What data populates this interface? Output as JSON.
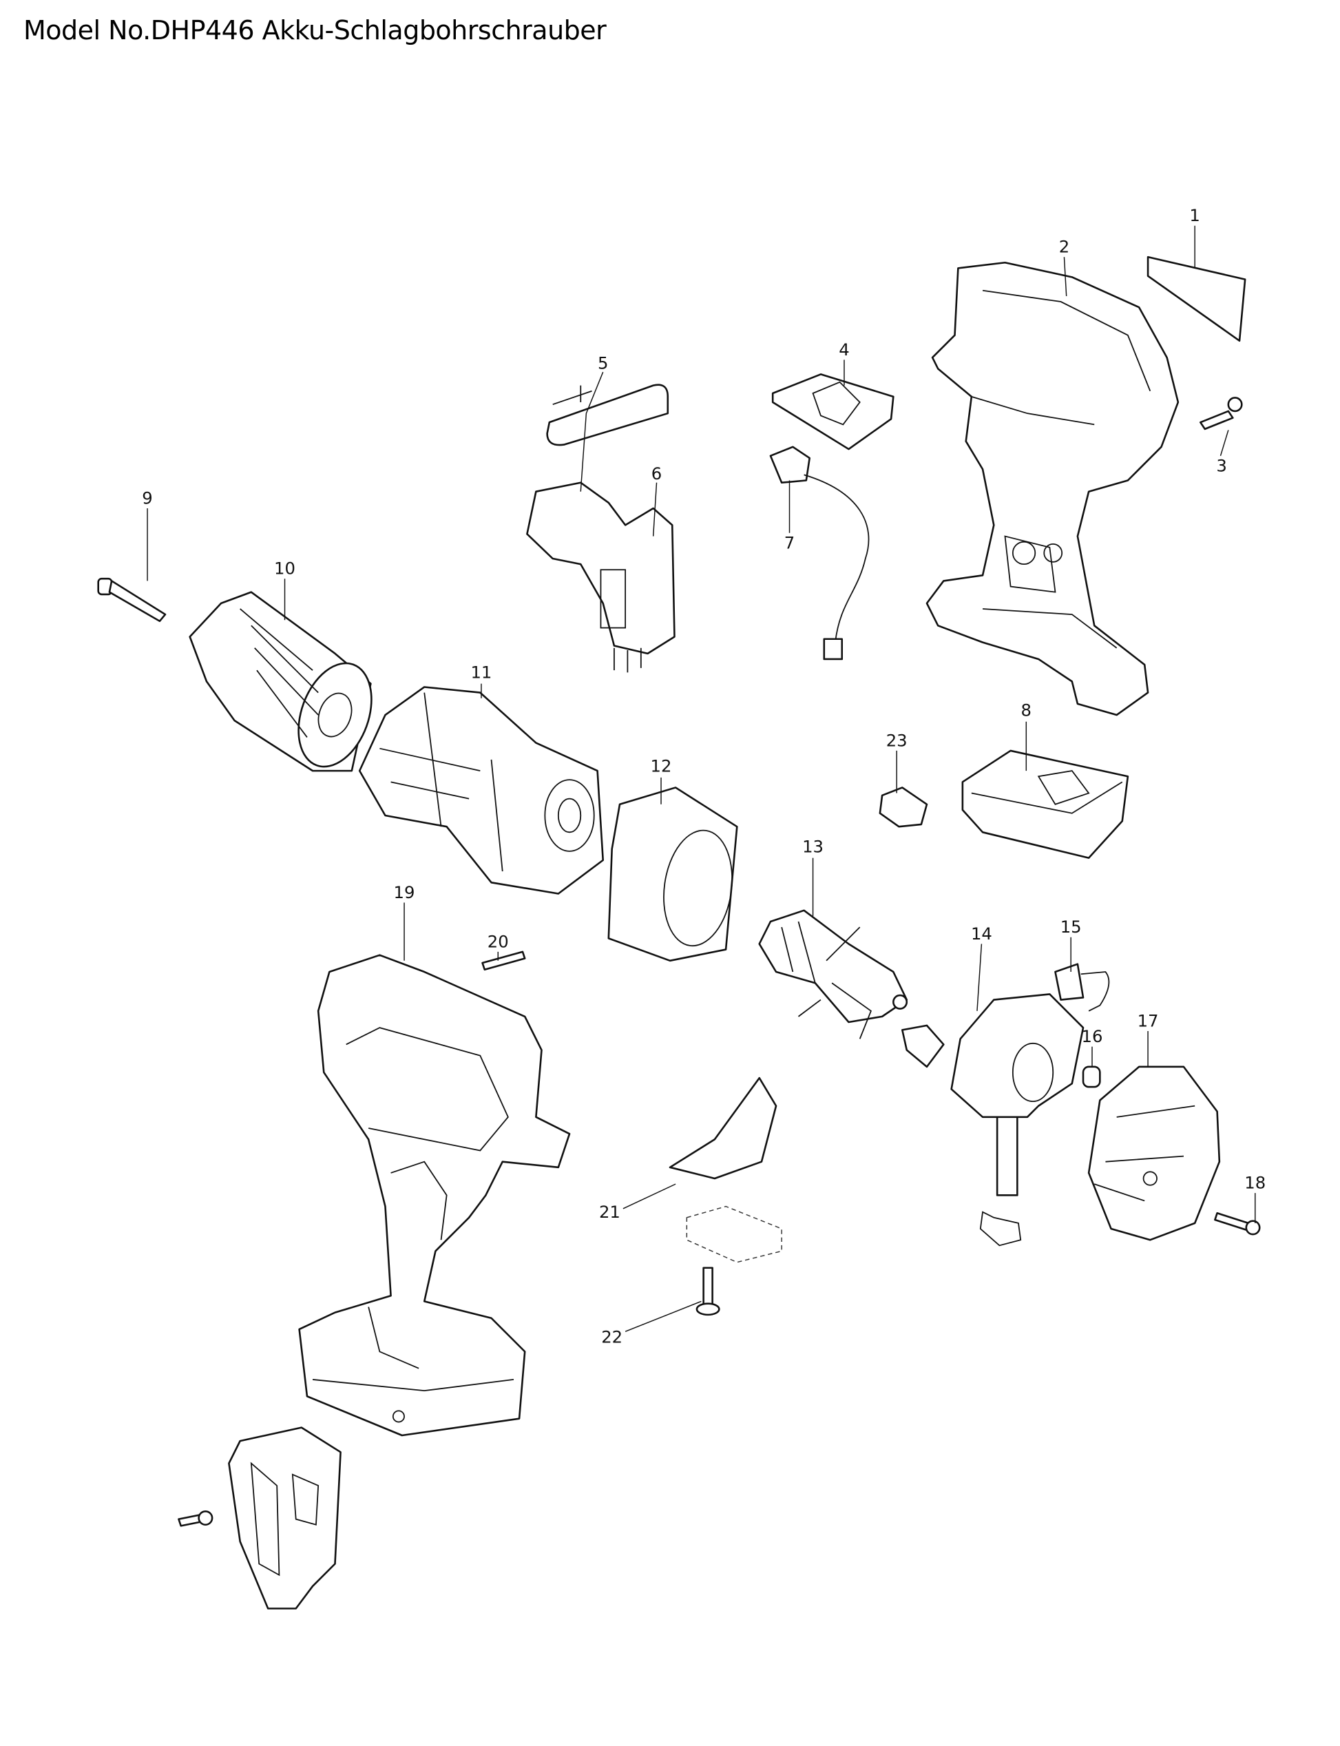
{
  "title": "Model No.DHP446 Akku-Schlagbohrschrauber",
  "parts": [
    "1",
    "2",
    "3",
    "4",
    "5",
    "6",
    "7",
    "8",
    "9",
    "10",
    "11",
    "12",
    "13",
    "14",
    "15",
    "16",
    "17",
    "18",
    "19",
    "20",
    "21",
    "22",
    "23"
  ]
}
